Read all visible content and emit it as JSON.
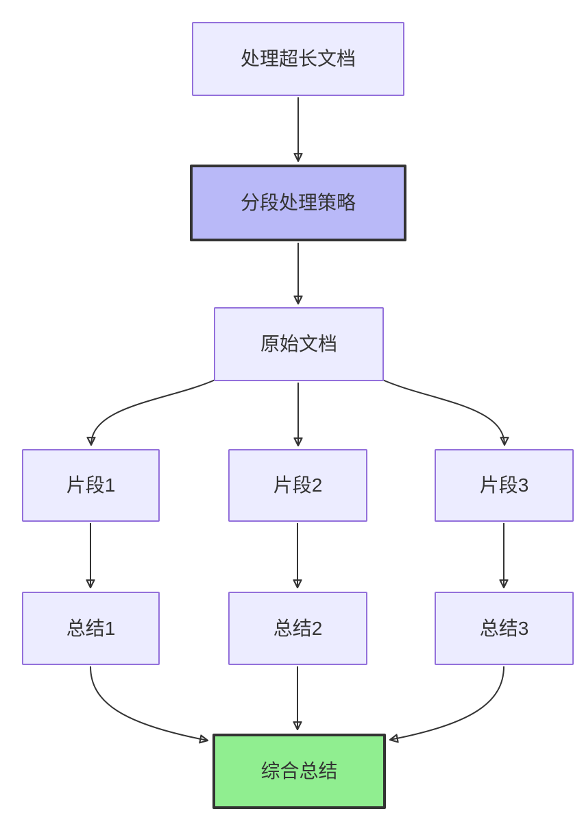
{
  "diagram": {
    "type": "flowchart",
    "direction": "top-down",
    "background": "#ffffff",
    "colors": {
      "default_node_fill": "#ECECFF",
      "default_node_border": "#9370DB",
      "strategy_node_fill": "#B9B9F8",
      "final_node_fill": "#90EE90",
      "dark_border": "#333333",
      "edge_color": "#333333",
      "text_color": "#333333"
    },
    "nodes": [
      {
        "id": "process",
        "label": "处理超长文档",
        "fill": "#ECECFF",
        "border": "#9370DB"
      },
      {
        "id": "strategy",
        "label": "分段处理策略",
        "fill": "#B9B9F8",
        "border": "#333333"
      },
      {
        "id": "original",
        "label": "原始文档",
        "fill": "#ECECFF",
        "border": "#9370DB"
      },
      {
        "id": "frag1",
        "label": "片段1",
        "fill": "#ECECFF",
        "border": "#9370DB"
      },
      {
        "id": "frag2",
        "label": "片段2",
        "fill": "#ECECFF",
        "border": "#9370DB"
      },
      {
        "id": "frag3",
        "label": "片段3",
        "fill": "#ECECFF",
        "border": "#9370DB"
      },
      {
        "id": "sum1",
        "label": "总结1",
        "fill": "#ECECFF",
        "border": "#9370DB"
      },
      {
        "id": "sum2",
        "label": "总结2",
        "fill": "#ECECFF",
        "border": "#9370DB"
      },
      {
        "id": "sum3",
        "label": "总结3",
        "fill": "#ECECFF",
        "border": "#9370DB"
      },
      {
        "id": "final",
        "label": "综合总结",
        "fill": "#90EE90",
        "border": "#333333"
      }
    ],
    "edges": [
      {
        "from": "process",
        "to": "strategy"
      },
      {
        "from": "strategy",
        "to": "original"
      },
      {
        "from": "original",
        "to": "frag1"
      },
      {
        "from": "original",
        "to": "frag2"
      },
      {
        "from": "original",
        "to": "frag3"
      },
      {
        "from": "frag1",
        "to": "sum1"
      },
      {
        "from": "frag2",
        "to": "sum2"
      },
      {
        "from": "frag3",
        "to": "sum3"
      },
      {
        "from": "sum1",
        "to": "final"
      },
      {
        "from": "sum2",
        "to": "final"
      },
      {
        "from": "sum3",
        "to": "final"
      }
    ]
  }
}
